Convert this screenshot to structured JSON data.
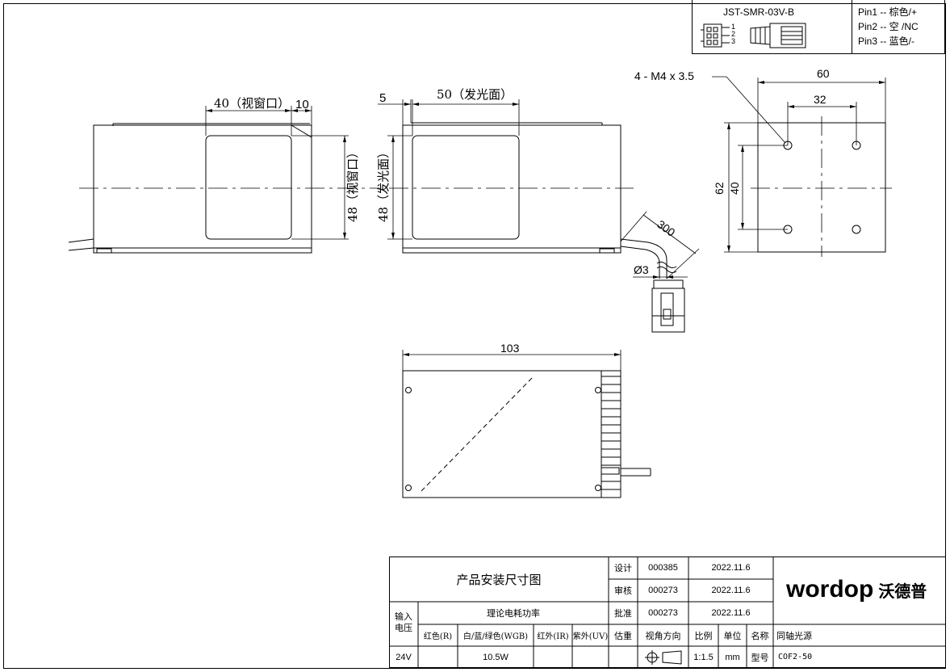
{
  "connector": {
    "model": "JST-SMR-03V-B",
    "pin_numbers": [
      "1",
      "2",
      "3"
    ],
    "pins": [
      "Pin1 -- 棕色/+",
      "Pin2 -- 空  /NC",
      "Pin3 -- 蓝色/-"
    ]
  },
  "dimensions": {
    "window_width": "40（视窗口）",
    "window_offset": "10",
    "window_height": "48（视窗口）",
    "edge_offset": "5",
    "emit_width": "50（发光面）",
    "emit_height": "48（发光面）",
    "hole_spec": "4 - M4 x 3.5",
    "cable_length": "300",
    "cable_dia": "Ø3",
    "side_width": "60",
    "hole_pitch_x": "32",
    "hole_pitch_y": "40",
    "side_height": "62",
    "total_length": "103"
  },
  "title_block": {
    "drawing_title": "产品安装尺寸图",
    "design_label": "设计",
    "design_no": "000385",
    "design_date": "2022.11.6",
    "review_label": "审核",
    "review_no": "000273",
    "review_date": "2022.11.6",
    "approve_label": "批准",
    "approve_no": "000273",
    "approve_date": "2022.11.6",
    "input_voltage_label": "输入\n电压",
    "power_header": "理论电耗功率",
    "col_red": "红色(R)",
    "col_wgb": "白/蓝/绿色(WGB)",
    "col_ir": "红外(IR)",
    "col_uv": "紫外(UV)",
    "col_weight": "估重",
    "col_view": "视角方向",
    "col_scale": "比例",
    "col_unit": "单位",
    "col_name": "名称",
    "name_value": "同轴光源",
    "voltage_value": "24V",
    "power_value": "10.5W",
    "scale_value": "1:1.5",
    "unit_value": "mm",
    "model_label": "型号",
    "model_value": "COF2-50",
    "brand_latin": "wordop",
    "brand_cn": "沃德普"
  }
}
